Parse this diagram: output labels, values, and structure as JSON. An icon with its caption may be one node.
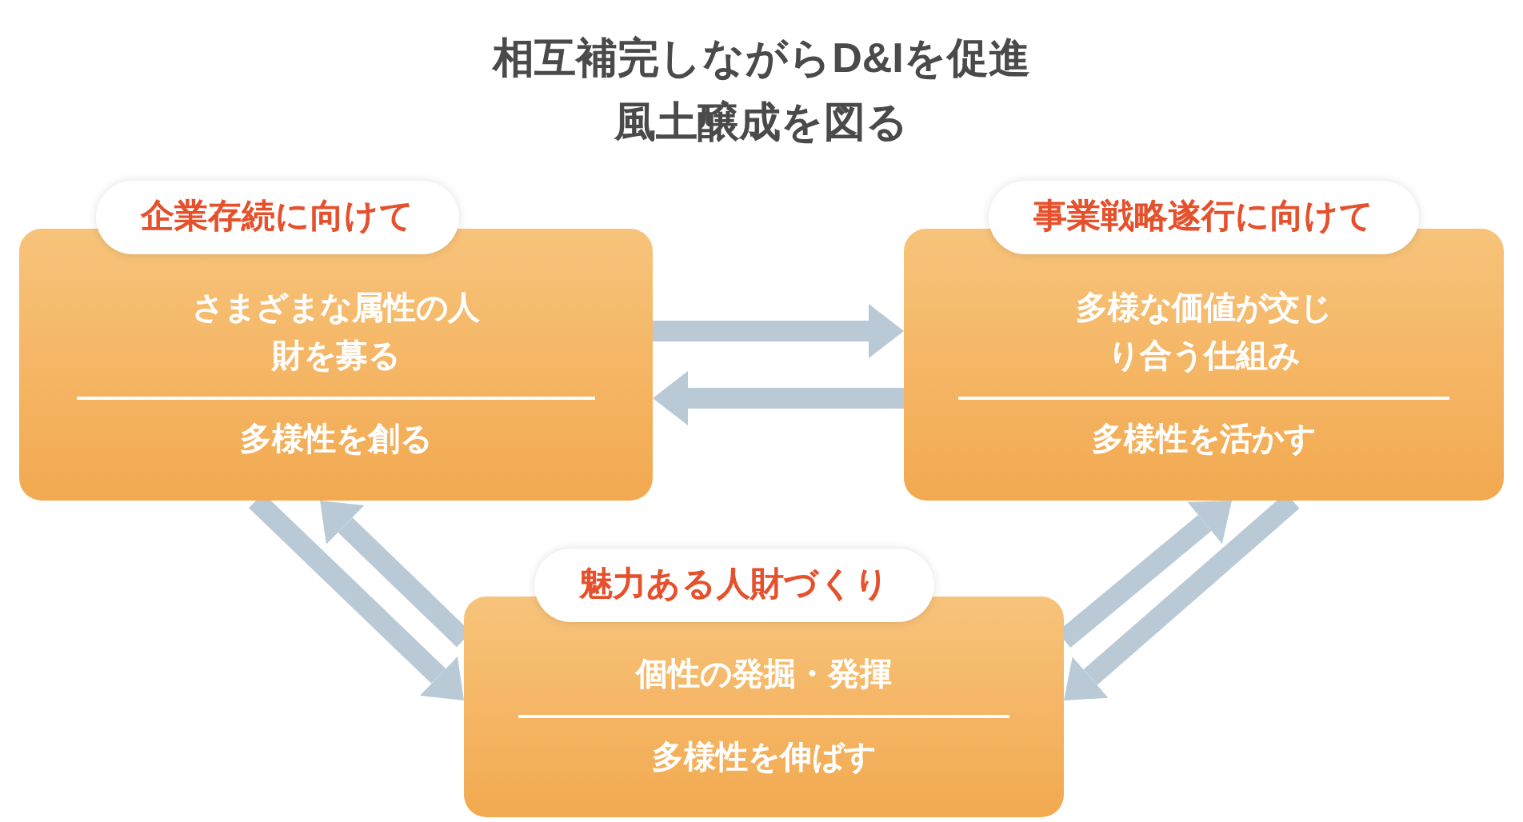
{
  "diagram": {
    "title": "相互補完しながらD&Iを促進風土醸成を図る",
    "nodes": [
      {
        "text": [
          "企業存続に向けて",
          "さまざまな属性の人財を募る",
          "多様性を創る"
        ]
      },
      {
        "text": [
          "事業戦略遂行に向けて",
          "多様な価値が交じり合う仕組み",
          "多様性を活かす"
        ]
      },
      {
        "text": [
          "魅力ある人財づくり",
          "個性の発掘・発揮",
          "多様性を伸ばす"
        ]
      }
    ],
    "edges": [
      {
        "from": 0,
        "to": 1,
        "arrow": "to"
      },
      {
        "from": 1,
        "to": 0,
        "arrow": "to"
      },
      {
        "from": 2,
        "to": 0,
        "arrow": "to"
      },
      {
        "from": 0,
        "to": 2,
        "arrow": "to"
      },
      {
        "from": 2,
        "to": 1,
        "arrow": "to"
      },
      {
        "from": 1,
        "to": 2,
        "arrow": "to"
      }
    ]
  }
}
